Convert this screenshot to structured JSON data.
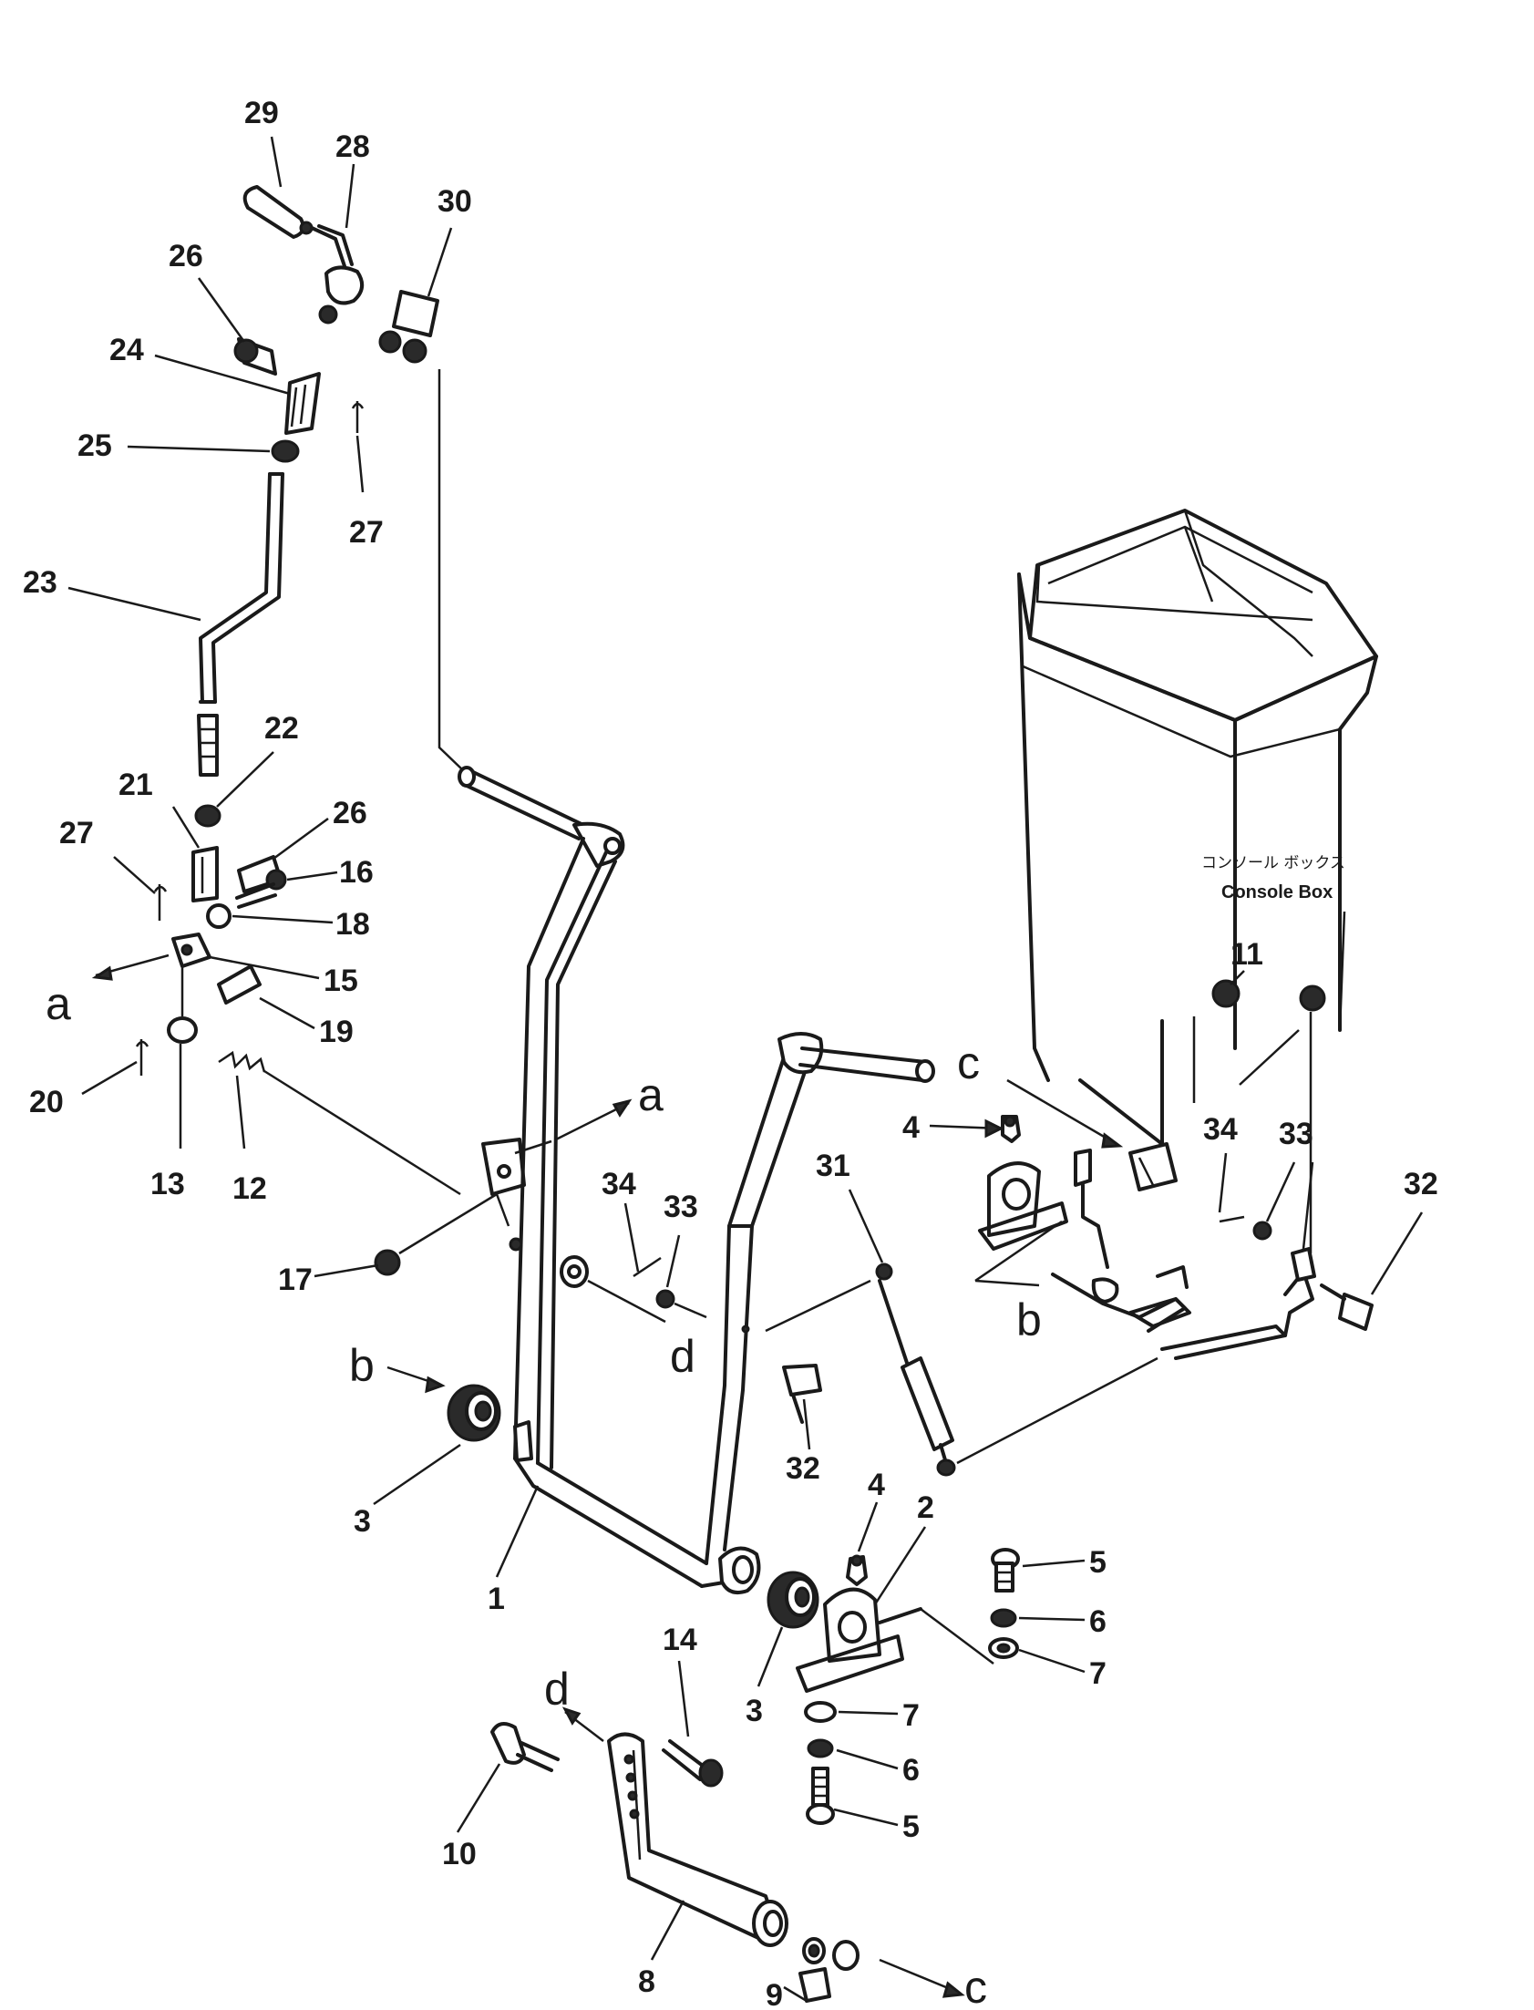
{
  "console_box": {
    "label_jp": "コンソール ボックス",
    "label_en": "Console Box"
  },
  "part_numbers": [
    {
      "id": "n29",
      "text": "29"
    },
    {
      "id": "n28",
      "text": "28"
    },
    {
      "id": "n30",
      "text": "30"
    },
    {
      "id": "n26a",
      "text": "26"
    },
    {
      "id": "n24",
      "text": "24"
    },
    {
      "id": "n25",
      "text": "25"
    },
    {
      "id": "n27a",
      "text": "27"
    },
    {
      "id": "n23",
      "text": "23"
    },
    {
      "id": "n22",
      "text": "22"
    },
    {
      "id": "n21",
      "text": "21"
    },
    {
      "id": "n27b",
      "text": "27"
    },
    {
      "id": "n26b",
      "text": "26"
    },
    {
      "id": "n16",
      "text": "16"
    },
    {
      "id": "n18",
      "text": "18"
    },
    {
      "id": "n15",
      "text": "15"
    },
    {
      "id": "n19",
      "text": "19"
    },
    {
      "id": "n20",
      "text": "20"
    },
    {
      "id": "n13",
      "text": "13"
    },
    {
      "id": "n12",
      "text": "12"
    },
    {
      "id": "n17",
      "text": "17"
    },
    {
      "id": "n34a",
      "text": "34"
    },
    {
      "id": "n33a",
      "text": "33"
    },
    {
      "id": "n31",
      "text": "31"
    },
    {
      "id": "n32a",
      "text": "32"
    },
    {
      "id": "n3a",
      "text": "3"
    },
    {
      "id": "n1",
      "text": "1"
    },
    {
      "id": "n4a",
      "text": "4"
    },
    {
      "id": "n11",
      "text": "11"
    },
    {
      "id": "n34b",
      "text": "34"
    },
    {
      "id": "n33b",
      "text": "33"
    },
    {
      "id": "n32b",
      "text": "32"
    },
    {
      "id": "n4b",
      "text": "4"
    },
    {
      "id": "n2",
      "text": "2"
    },
    {
      "id": "n5a",
      "text": "5"
    },
    {
      "id": "n6a",
      "text": "6"
    },
    {
      "id": "n7a",
      "text": "7"
    },
    {
      "id": "n3b",
      "text": "3"
    },
    {
      "id": "n7b",
      "text": "7"
    },
    {
      "id": "n6b",
      "text": "6"
    },
    {
      "id": "n5b",
      "text": "5"
    },
    {
      "id": "n14",
      "text": "14"
    },
    {
      "id": "n10",
      "text": "10"
    },
    {
      "id": "n8",
      "text": "8"
    },
    {
      "id": "n9",
      "text": "9"
    }
  ],
  "reference_letters": [
    {
      "id": "la1",
      "text": "a"
    },
    {
      "id": "la2",
      "text": "a"
    },
    {
      "id": "lb1",
      "text": "b"
    },
    {
      "id": "lb2",
      "text": "b"
    },
    {
      "id": "lc1",
      "text": "c"
    },
    {
      "id": "lc2",
      "text": "c"
    },
    {
      "id": "ld1",
      "text": "d"
    },
    {
      "id": "ld2",
      "text": "d"
    }
  ]
}
